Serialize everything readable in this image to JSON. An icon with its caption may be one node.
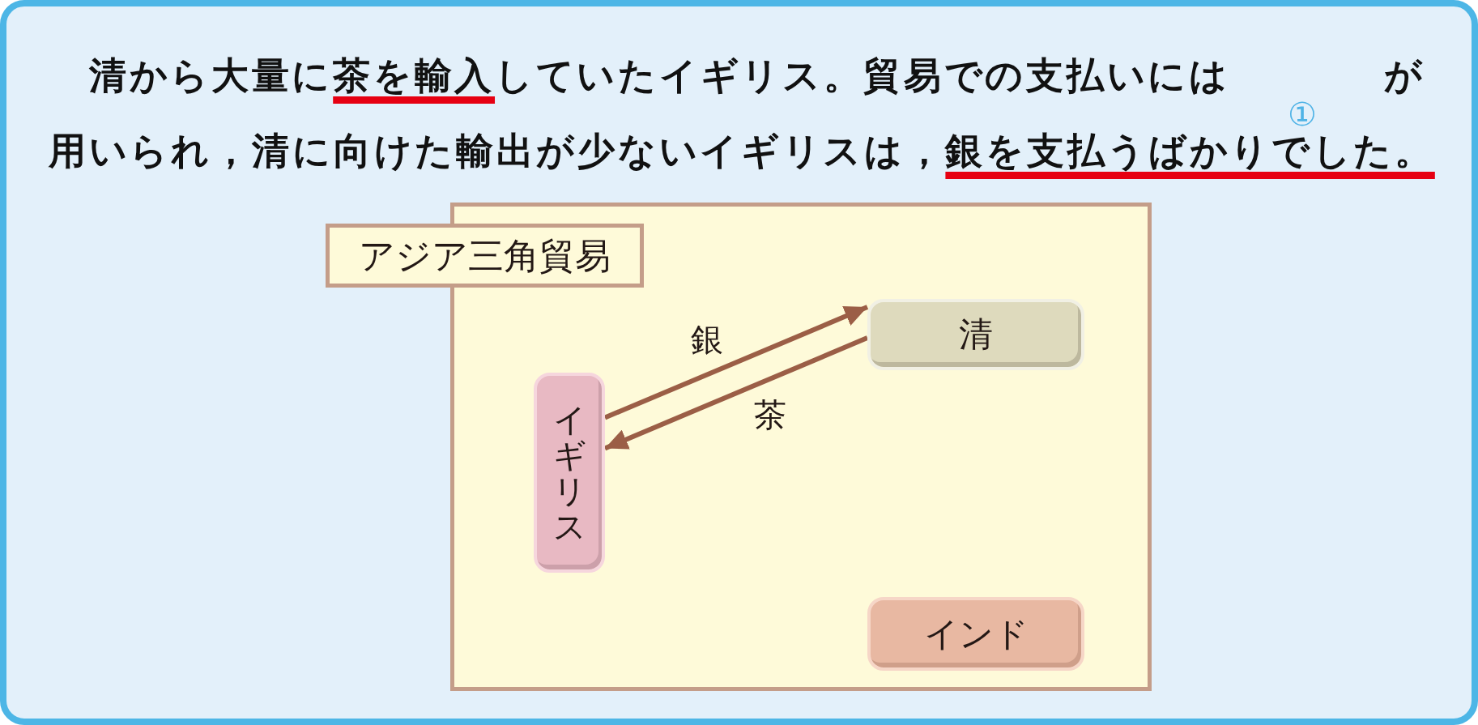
{
  "diagram": {
    "nodes": [
      {
        "text": [
          "アジア三角貿易"
        ]
      },
      {
        "text": [
          "清"
        ],
        "in": 0
      },
      {
        "text": [
          "イギリス"
        ],
        "in": 0
      },
      {
        "text": [
          "インド"
        ],
        "in": 0
      }
    ],
    "edges": [
      {
        "from": 2,
        "to": 1,
        "arrow": "to",
        "label": "銀"
      },
      {
        "from": 1,
        "to": 2,
        "arrow": "to",
        "label": "茶"
      }
    ],
    "labels": [
      "清から大量に茶を輸入していたイギリス。貿易での支払いには",
      "①",
      "が用いられ，清に向けた輸出が少ないイギリスは，銀を支払うばかりでした。"
    ]
  }
}
